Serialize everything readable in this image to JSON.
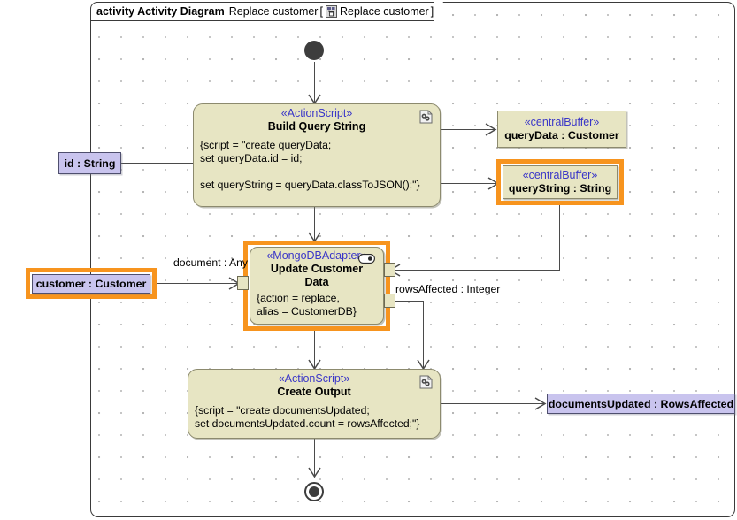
{
  "diagram": {
    "frame_label_keyword": "activity Activity Diagram",
    "frame_label_name": "Replace customer",
    "frame_bracket_open": "[",
    "frame_context_icon": "activity-diagram-icon",
    "frame_context_name": "Replace customer",
    "frame_bracket_close": "]",
    "colors": {
      "action_fill": "#e7e5c3",
      "action_border": "#8c8a6e",
      "param_fill": "#c9c4ee",
      "param_border": "#4f4f6e",
      "stereotype_text": "#3a36c8",
      "selection_highlight": "#f7941e",
      "connector": "#4a4a4a",
      "frame_border": "#3a3a3a"
    }
  },
  "nodes": {
    "initial": {
      "name": "initial-node",
      "label": ""
    },
    "final": {
      "name": "activity-final-node",
      "label": ""
    },
    "build_query_string": {
      "stereotype": "«ActionScript»",
      "name": "Build Query String",
      "body_line1": "{script = \"create queryData;",
      "body_line2": "set queryData.id = id;",
      "body_line3": "",
      "body_line4": "set queryString = queryData.classToJSON();\"}",
      "icon": "script-icon"
    },
    "update_customer_data": {
      "stereotype": "«MongoDBAdapter»",
      "name_line1": "Update Customer",
      "name_line2": "Data",
      "body_line1": "{action = replace,",
      "body_line2": "alias = CustomerDB}",
      "icon": "capsule-icon",
      "selected": true
    },
    "create_output": {
      "stereotype": "«ActionScript»",
      "name": "Create Output",
      "body_line1": "{script = \"create documentsUpdated;",
      "body_line2": "set documentsUpdated.count = rowsAffected;\"}",
      "icon": "script-icon"
    },
    "query_data_buffer": {
      "stereotype": "«centralBuffer»",
      "name": "queryData : Customer",
      "selected": false
    },
    "query_string_buffer": {
      "stereotype": "«centralBuffer»",
      "name": "queryString : String",
      "selected": true
    },
    "param_id": {
      "label": "id : String",
      "selected": false
    },
    "param_customer": {
      "label": "customer : Customer",
      "selected": true
    },
    "param_documents_updated": {
      "label": "documentsUpdated : RowsAffected",
      "selected": false
    }
  },
  "edge_labels": {
    "document_any": "document : Any",
    "rows_affected": "rowsAffected : Integer"
  }
}
